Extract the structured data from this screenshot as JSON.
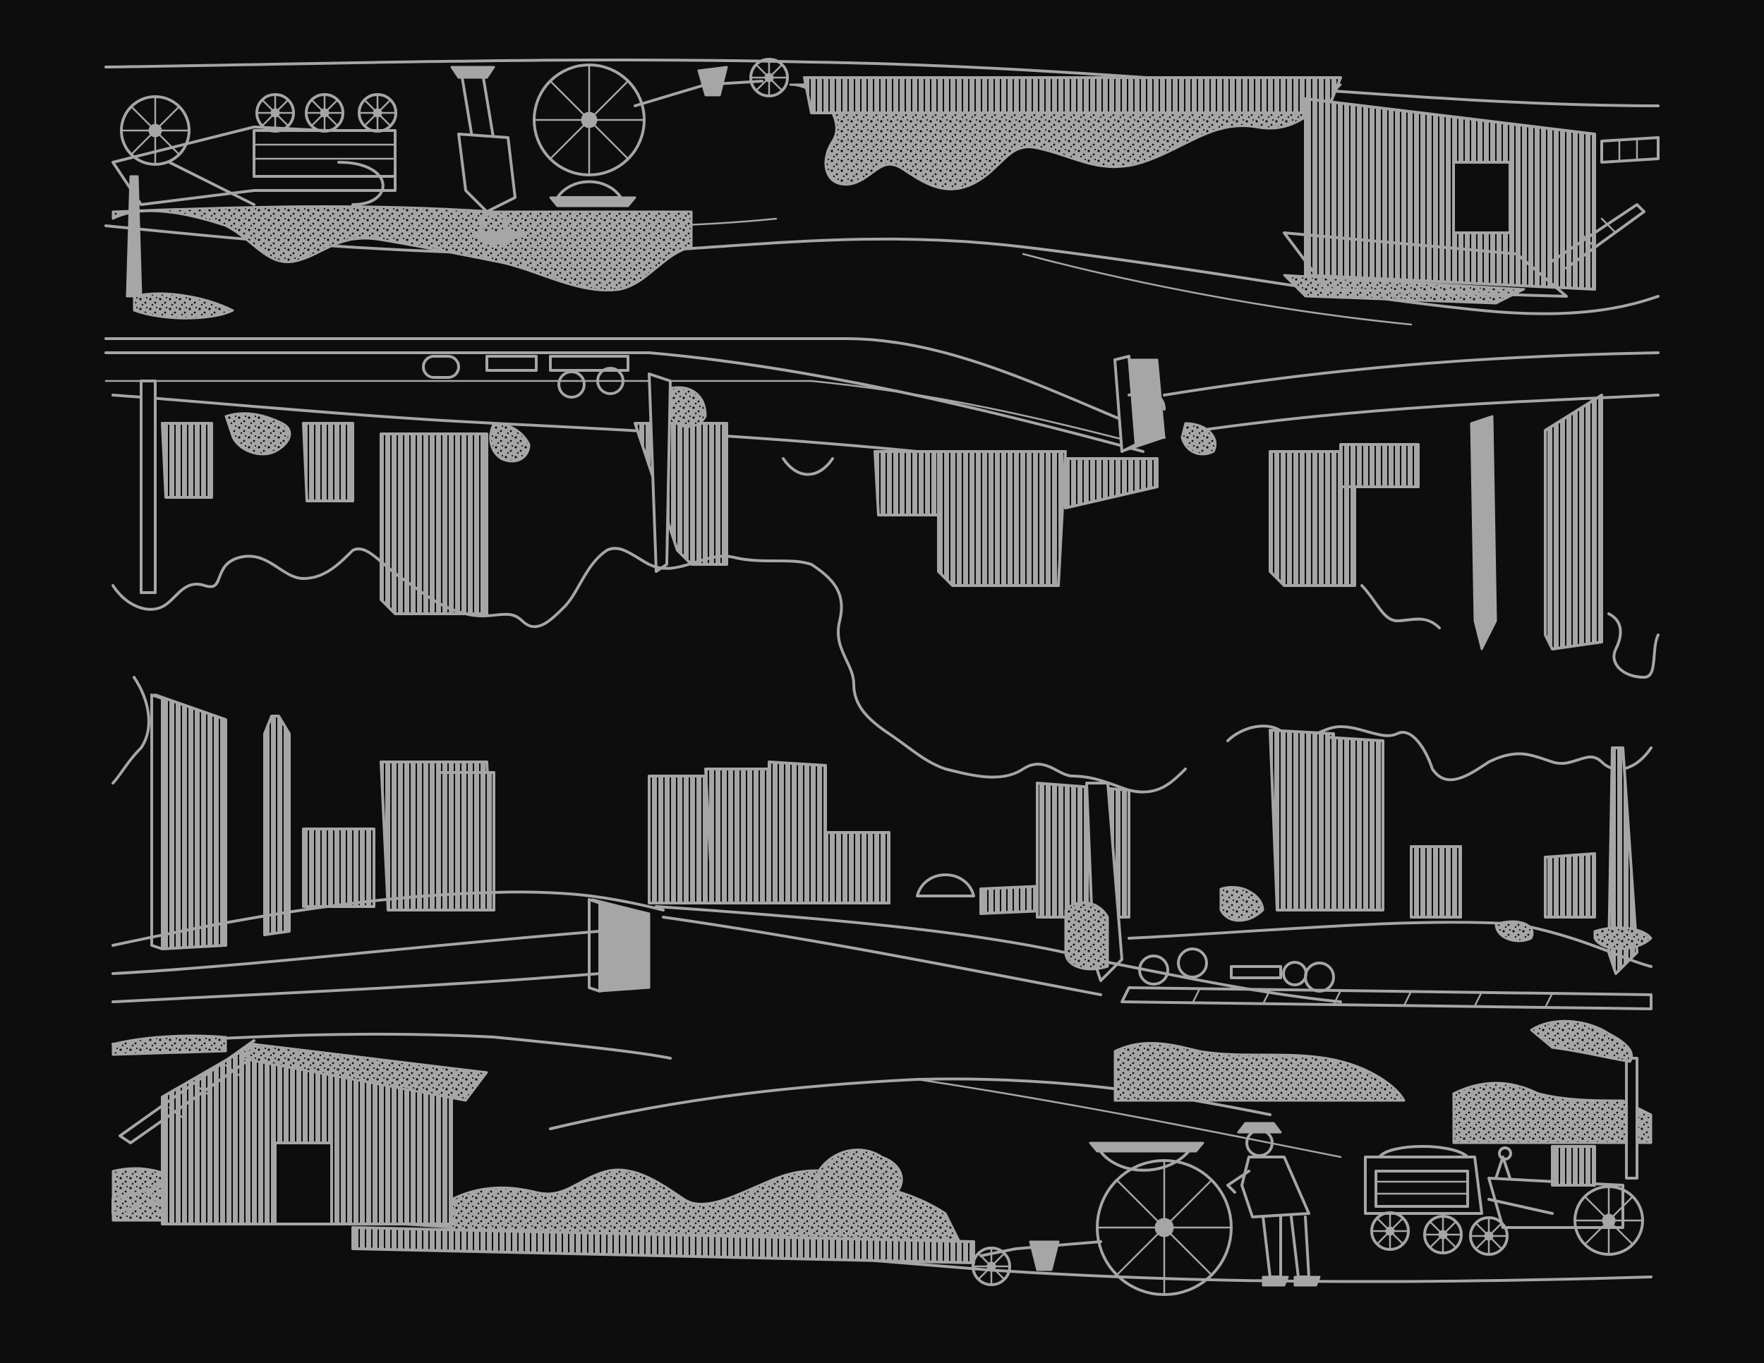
{
  "colors": {
    "background": "#0d0d0d",
    "ink": "#a6a6a6"
  },
  "bands": [
    {
      "name": "top-band-inverted-rural-industrial"
    },
    {
      "name": "upper-band-inverted-city"
    },
    {
      "name": "middle-band-city-skyline"
    },
    {
      "name": "bottom-band-rural-industrial"
    }
  ]
}
